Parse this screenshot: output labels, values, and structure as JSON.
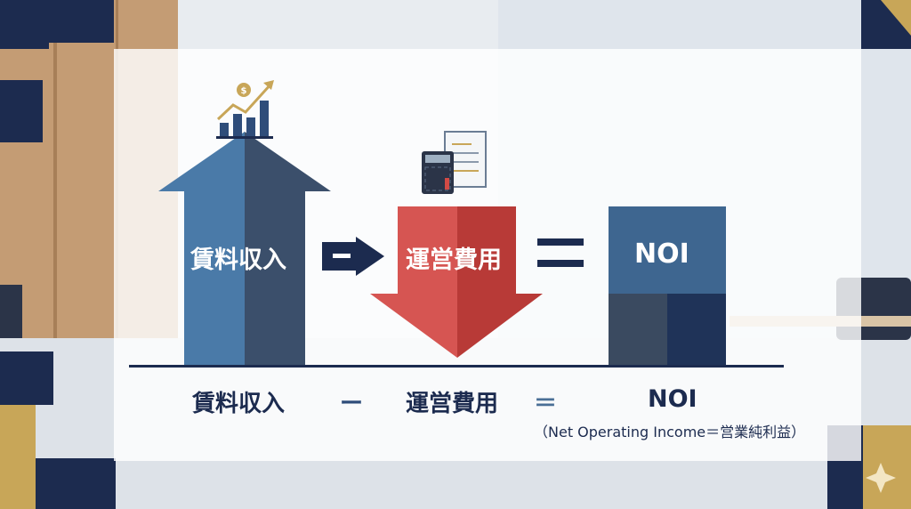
{
  "diagram": {
    "arrow_labels": {
      "income": "賃料収入",
      "expenses": "運営費用",
      "result": "NOI"
    },
    "formula": {
      "income": "賃料収入",
      "minus": "ー",
      "expenses": "運営費用",
      "equals": "＝",
      "result": "NOI",
      "definition": "（Net Operating Income＝営業純利益）"
    }
  },
  "colors": {
    "navy": "#1c2b4f",
    "blue": "#4a7aa8",
    "red": "#d24a45",
    "gold": "#c8a658"
  }
}
